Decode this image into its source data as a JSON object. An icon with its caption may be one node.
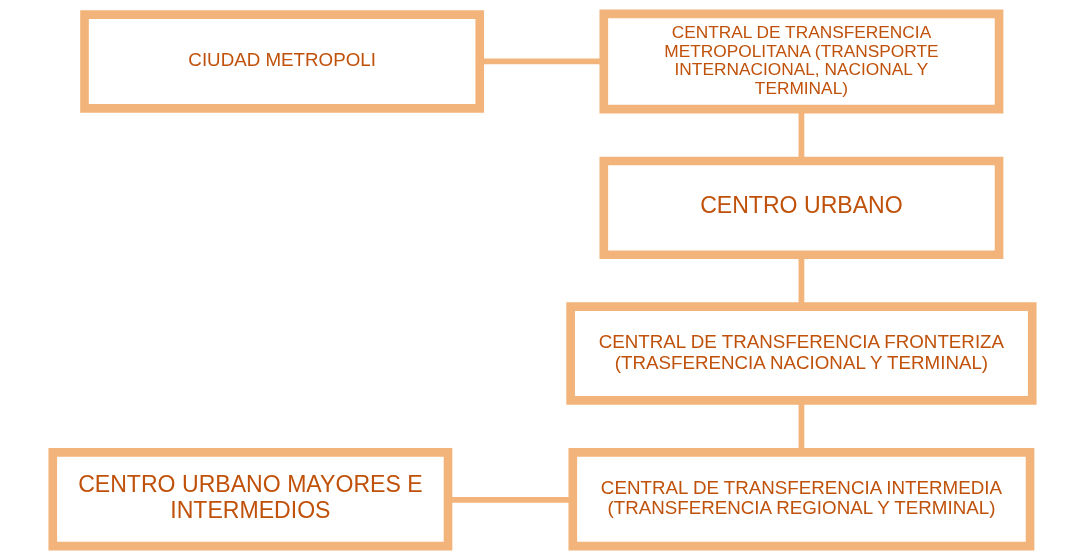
{
  "diagram": {
    "nodes": [
      {
        "text": [
          "CIUDAD METROPOLI"
        ]
      },
      {
        "text": [
          "CENTRAL DE TRANSFERENCIA METROPOLITANA (TRANSPORTE INTERNACIONAL, NACIONAL Y TERMINAL)"
        ]
      },
      {
        "text": [
          "CENTRO URBANO"
        ]
      },
      {
        "text": [
          "CENTRAL DE TRANSFERENCIA FRONTERIZA (TRASFERENCIA NACIONAL Y TERMINAL)"
        ]
      },
      {
        "text": [
          "CENTRAL DE TRANSFERENCIA INTERMEDIA (TRANSFERENCIA REGIONAL Y TERMINAL)"
        ]
      },
      {
        "text": [
          "CENTRO URBANO MAYORES E INTERMEDIOS"
        ]
      }
    ],
    "edges": [
      {
        "from": 0,
        "to": 1,
        "arrow": "none"
      },
      {
        "from": 1,
        "to": 2,
        "arrow": "none"
      },
      {
        "from": 2,
        "to": 3,
        "arrow": "none"
      },
      {
        "from": 3,
        "to": 4,
        "arrow": "none"
      },
      {
        "from": 5,
        "to": 4,
        "arrow": "none"
      }
    ]
  }
}
